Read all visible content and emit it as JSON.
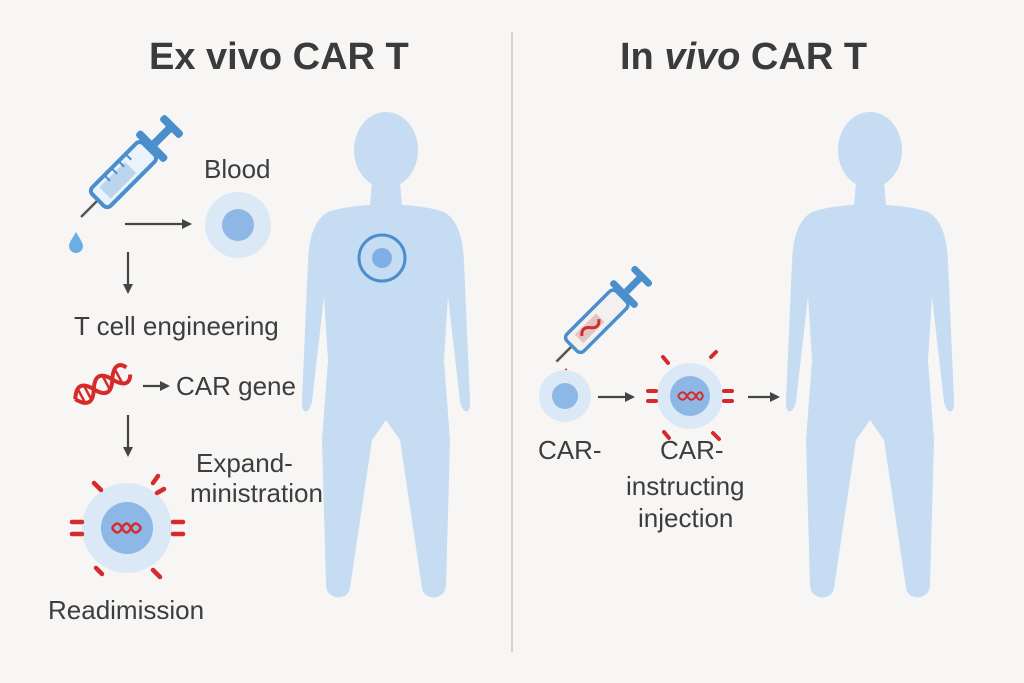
{
  "colors": {
    "background": "#f7f6f5",
    "body_silhouette": "#c5dcf3",
    "cell_outer": "#dbe9f7",
    "cell_inner": "#8db8e6",
    "syringe_blue": "#4a8fcc",
    "dna_red": "#d52b2b",
    "arrow": "#444444",
    "divider": "#d4d4d4"
  },
  "left_panel": {
    "title": "Ex vivo CAR T",
    "labels": {
      "blood": "Blood",
      "t_cell_engineering": "T cell engineering",
      "car_gene": "CAR gene",
      "expand_line1": "Expand-",
      "expand_line2": "ministration",
      "readmission": "Readimission"
    },
    "icons": [
      "syringe-icon",
      "blood-drop-icon",
      "blood-cell-icon",
      "dna-helix-icon",
      "car-t-cell-icon",
      "body-silhouette-icon"
    ]
  },
  "right_panel": {
    "title_prefix": "In ",
    "title_italic": "vivo",
    "title_suffix": " CAR T",
    "labels": {
      "car": "CAR-",
      "instructing_line1": "CAR-",
      "instructing_line2": "instructing",
      "instructing_line3": "injection"
    },
    "icons": [
      "syringe-icon",
      "t-cell-icon",
      "car-t-cell-icon",
      "body-silhouette-icon"
    ]
  }
}
